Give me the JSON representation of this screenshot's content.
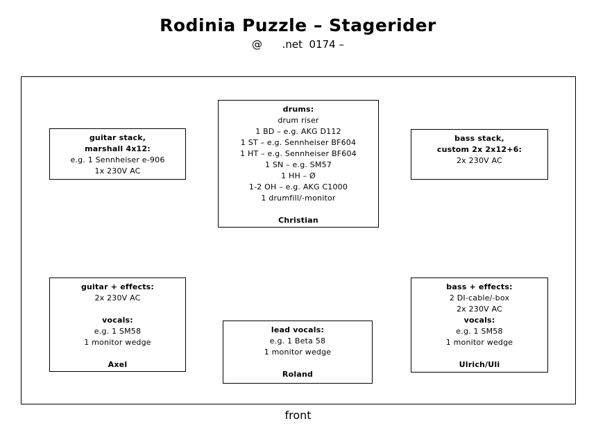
{
  "header": {
    "title": "Rodinia Puzzle – Stagerider",
    "contact": "@      .net  0174 –"
  },
  "stage": {
    "front_label": "front",
    "boxes": {
      "drums": {
        "lines": [
          {
            "text": "drums:",
            "bold": true
          },
          {
            "text": "drum riser"
          },
          {
            "text": "1 BD – e.g. AKG D112"
          },
          {
            "text": "1 ST – e.g. Sennheiser BF604"
          },
          {
            "text": "1 HT – e.g. Sennheiser BF604"
          },
          {
            "text": "1 SN – e.g. SM57"
          },
          {
            "text": "1 HH – Ø"
          },
          {
            "text": "1-2 OH – e.g. AKG C1000"
          },
          {
            "text": "1 drumfill/-monitor"
          },
          {
            "text": ""
          },
          {
            "text": "Christian",
            "bold": true
          }
        ]
      },
      "guitar_stack": {
        "lines": [
          {
            "text": "guitar stack,",
            "bold": true
          },
          {
            "text": "marshall 4x12:",
            "bold": true
          },
          {
            "text": "e.g. 1 Sennheiser e-906"
          },
          {
            "text": "1x 230V AC"
          }
        ]
      },
      "bass_stack": {
        "lines": [
          {
            "text": "bass stack,",
            "bold": true
          },
          {
            "text": "custom 2x 2x12+6:",
            "bold": true
          },
          {
            "text": "2x 230V AC"
          }
        ]
      },
      "guitar_effects": {
        "lines": [
          {
            "text": "guitar + effects:",
            "bold": true
          },
          {
            "text": "2x 230V AC"
          },
          {
            "text": ""
          },
          {
            "text": "vocals:",
            "bold": true
          },
          {
            "text": "e.g. 1 SM58"
          },
          {
            "text": "1 monitor wedge"
          },
          {
            "text": ""
          },
          {
            "text": "Axel",
            "bold": true
          }
        ]
      },
      "lead_vocals": {
        "lines": [
          {
            "text": "lead vocals:",
            "bold": true
          },
          {
            "text": "e.g. 1 Beta 58"
          },
          {
            "text": "1 monitor wedge"
          },
          {
            "text": ""
          },
          {
            "text": "Roland",
            "bold": true
          }
        ]
      },
      "bass_effects": {
        "lines": [
          {
            "text": "bass + effects:",
            "bold": true
          },
          {
            "text": "2 DI-cable/-box"
          },
          {
            "text": "2x 230V AC"
          },
          {
            "text": "vocals:",
            "bold": true
          },
          {
            "text": "e.g. 1 SM58"
          },
          {
            "text": "1 monitor wedge"
          },
          {
            "text": ""
          },
          {
            "text": "Ulrich/Uli",
            "bold": true
          }
        ]
      }
    }
  },
  "colors": {
    "background": "#ffffff",
    "text": "#000000",
    "border": "#000000"
  }
}
